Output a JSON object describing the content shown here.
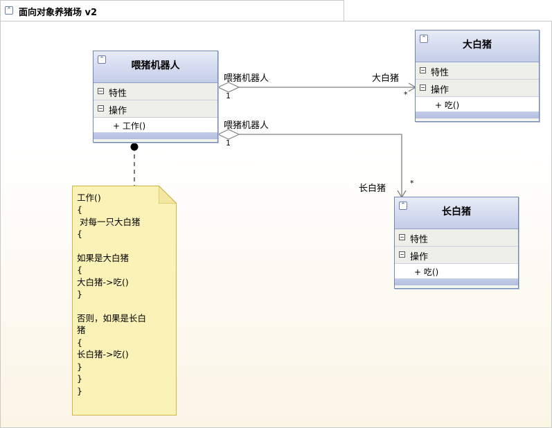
{
  "diagram": {
    "title": "面向对象养猪场 v2",
    "title_icon": "collapse-up-icon"
  },
  "classes": {
    "robot": {
      "name": "喂猪机器人",
      "attributes_label": "特性",
      "operations_label": "操作",
      "operations": [
        "+ 工作()"
      ]
    },
    "bigpig": {
      "name": "大白猪",
      "attributes_label": "特性",
      "operations_label": "操作",
      "operations": [
        "+ 吃()"
      ]
    },
    "longpig": {
      "name": "长白猪",
      "attributes_label": "特性",
      "operations_label": "操作",
      "operations": [
        "+ 吃()"
      ]
    }
  },
  "associations": [
    {
      "source_role": "喂猪机器人",
      "source_mult": "1",
      "target_role": "大白猪",
      "target_mult": "*"
    },
    {
      "source_role": "喂猪机器人",
      "source_mult": "1",
      "target_role": "长白猪",
      "target_mult": "*"
    }
  ],
  "note": {
    "text": "工作()\n{\n 对每一只大白猪\n{\n\n如果是大白猪\n{\n大白猪->吃()\n}\n\n否则，如果是长白\n猪\n{\n长白猪->吃()\n}\n}\n}"
  },
  "colors": {
    "class_border": "#6f86b8",
    "class_header": "#c4cde8",
    "note_fill": "#fbf2b8",
    "note_border": "#d2b54a",
    "wire": "#7f7f7f"
  }
}
